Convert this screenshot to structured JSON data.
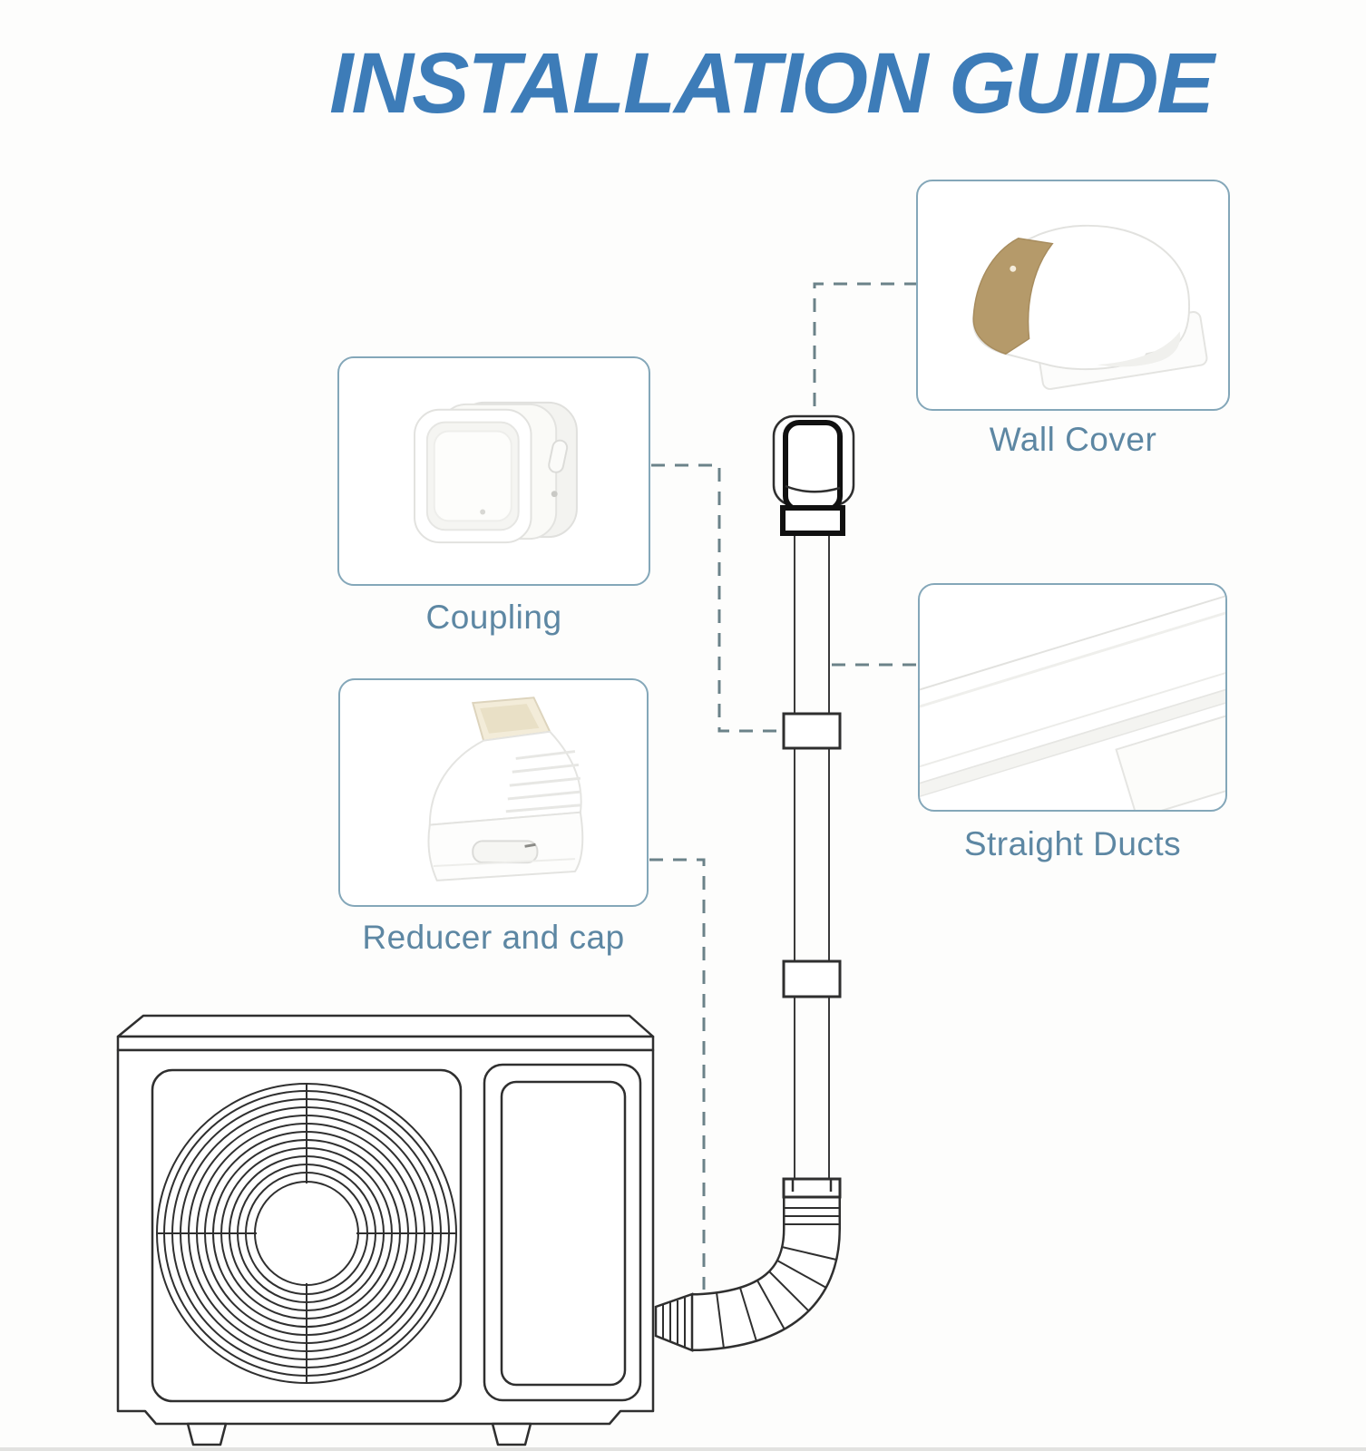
{
  "title": "INSTALLATION GUIDE",
  "parts": [
    {
      "id": "wall-cover",
      "label": "Wall Cover",
      "icon": "wall-cover-photo-icon"
    },
    {
      "id": "coupling",
      "label": "Coupling",
      "icon": "coupling-photo-icon"
    },
    {
      "id": "straight-ducts",
      "label": "Straight Ducts",
      "icon": "straight-ducts-photo-icon"
    },
    {
      "id": "reducer-and-cap",
      "label": "Reducer and cap",
      "icon": "reducer-and-cap-photo-icon"
    }
  ],
  "colors": {
    "title_text": "#3d7cb8",
    "callout_border": "#84a7b9",
    "label_text": "#5d87a3",
    "dashed_connector": "#6b8289",
    "line_art": "#2f2f2f",
    "wall_cover_opening_interior": "#b59a6a"
  }
}
